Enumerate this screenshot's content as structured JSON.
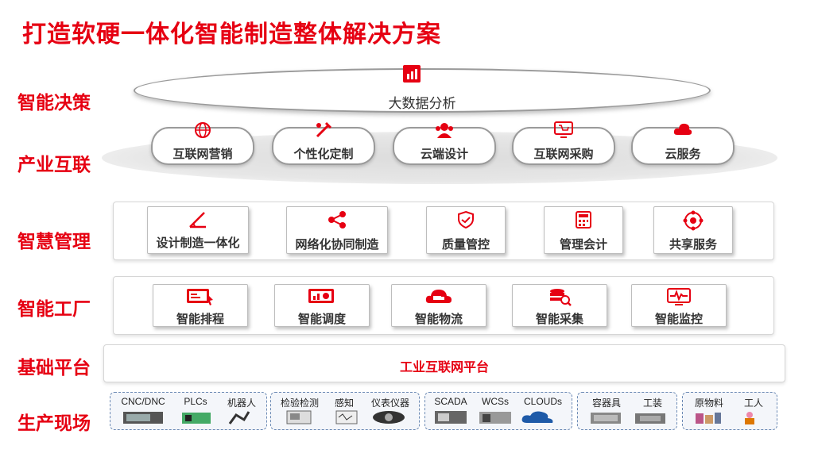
{
  "title": "打造软硬一体化智能制造整体解决方案",
  "row_labels": {
    "decision": "智能决策",
    "industry": "产业互联",
    "management": "智慧管理",
    "factory": "智能工厂",
    "platform": "基础平台",
    "field": "生产现场"
  },
  "cloud": {
    "label": "大数据分析",
    "icon": "bar-chart-icon"
  },
  "industry_items": [
    {
      "label": "互联网营销",
      "icon": "globe-icon"
    },
    {
      "label": "个性化定制",
      "icon": "tools-icon"
    },
    {
      "label": "云端设计",
      "icon": "people-icon"
    },
    {
      "label": "互联网采购",
      "icon": "cart-screen-icon"
    },
    {
      "label": "云服务",
      "icon": "cloud-icon"
    }
  ],
  "management_items": [
    {
      "label": "设计制造一体化",
      "icon": "design-tools-icon"
    },
    {
      "label": "网络化协同制造",
      "icon": "share-network-icon"
    },
    {
      "label": "质量管控",
      "icon": "shield-check-icon"
    },
    {
      "label": "管理会计",
      "icon": "calculator-icon"
    },
    {
      "label": "共享服务",
      "icon": "share-circle-icon"
    }
  ],
  "factory_items": [
    {
      "label": "智能排程",
      "icon": "schedule-screen-icon"
    },
    {
      "label": "智能调度",
      "icon": "dispatch-screen-icon"
    },
    {
      "label": "智能物流",
      "icon": "truck-cloud-icon"
    },
    {
      "label": "智能采集",
      "icon": "database-search-icon"
    },
    {
      "label": "智能监控",
      "icon": "monitor-pulse-icon"
    }
  ],
  "platform": {
    "label": "工业互联网平台"
  },
  "field_groups": [
    {
      "items": [
        "CNC/DNC",
        "PLCs",
        "机器人"
      ]
    },
    {
      "items": [
        "检验检测",
        "感知",
        "仪表仪器"
      ]
    },
    {
      "items": [
        "SCADA",
        "WCSs",
        "CLOUDs"
      ]
    },
    {
      "items": [
        "容器具",
        "工装"
      ]
    },
    {
      "items": [
        "原物料",
        "工人"
      ]
    }
  ],
  "colors": {
    "accent": "#e60012",
    "border": "#9a9a9a",
    "group_border": "#6d8bb5"
  }
}
